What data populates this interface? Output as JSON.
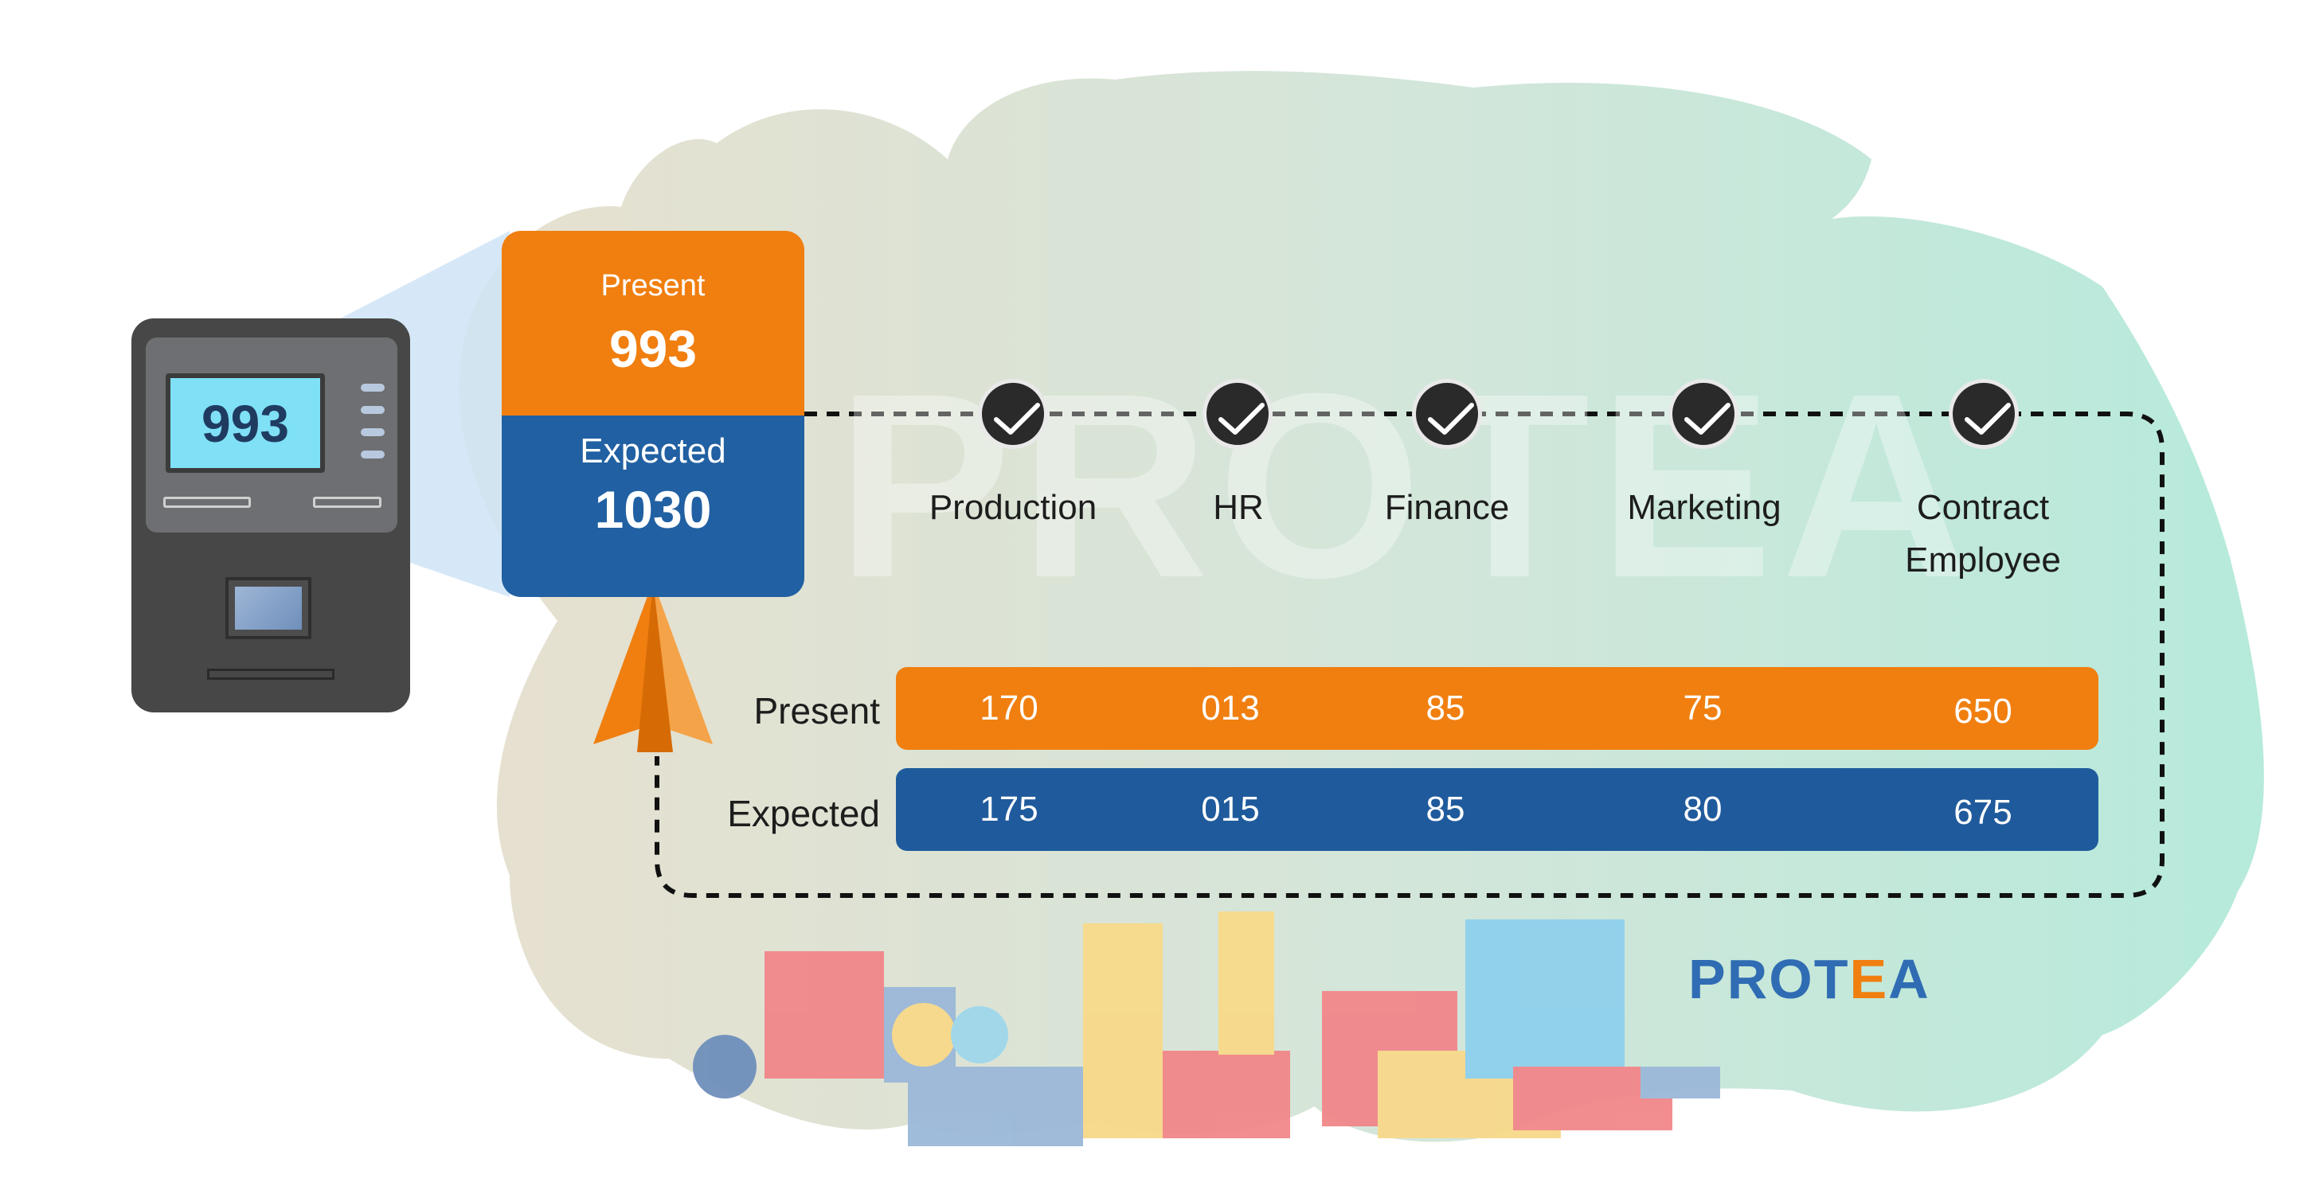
{
  "device": {
    "display_value": "993"
  },
  "summary": {
    "present_label": "Present",
    "present_value": "993",
    "expected_label": "Expected",
    "expected_value": "1030"
  },
  "departments": [
    {
      "label": "Production"
    },
    {
      "label": "HR"
    },
    {
      "label": "Finance"
    },
    {
      "label": "Marketing"
    },
    {
      "label_line1": "Contract",
      "label_line2": "Employee"
    }
  ],
  "table": {
    "present_label": "Present",
    "expected_label": "Expected",
    "present_values": [
      "170",
      "013",
      "85",
      "75",
      "650"
    ],
    "expected_values": [
      "175",
      "015",
      "85",
      "80",
      "675"
    ]
  },
  "brand": {
    "name_start": "PROT",
    "name_e": "E",
    "name_end": "A"
  },
  "watermark": "PROTEA",
  "colors": {
    "orange": "#f07f10",
    "blue": "#2160a2",
    "dark": "#2a2a2a"
  }
}
